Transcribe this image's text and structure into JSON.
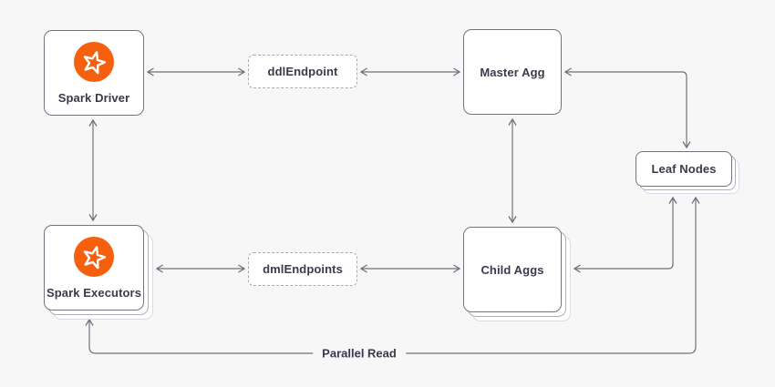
{
  "diagram": {
    "nodes": {
      "spark_driver": "Spark Driver",
      "ddl_endpoint": "ddlEndpoint",
      "master_agg": "Master Agg",
      "leaf_nodes": "Leaf Nodes",
      "spark_executors": "Spark Executors",
      "dml_endpoints": "dmlEndpoints",
      "child_aggs": "Child Aggs"
    },
    "labels": {
      "parallel_read": "Parallel Read"
    },
    "icons": {
      "spark_driver": "spark-star-icon",
      "spark_executors": "spark-star-icon"
    },
    "colors": {
      "background": "#F7F7F8",
      "box_border": "#73737E",
      "connector_line": "#70707C",
      "text": "#3A3A4E",
      "spark_orange": "#F55F0D"
    }
  }
}
